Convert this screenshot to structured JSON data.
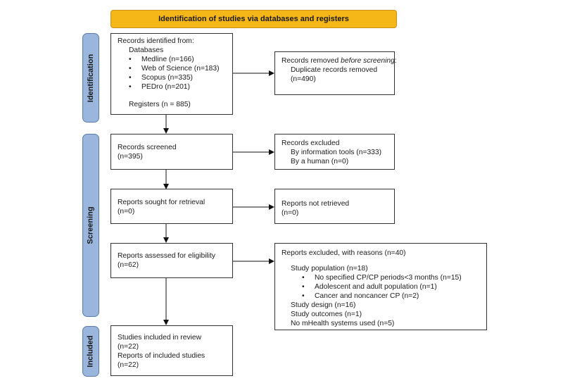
{
  "header": {
    "title": "Identification of studies via databases and registers"
  },
  "phases": {
    "identification": "Identification",
    "screening": "Screening",
    "included": "Included"
  },
  "identified": {
    "title": "Records identified from:",
    "databases_label": "Databases",
    "databases": [
      "Medline (n=166)",
      "Web of Science (n=183)",
      "Scopus (n=335)",
      "PEDro (n=201)"
    ],
    "registers": "Registers (n = 885)"
  },
  "removed": {
    "title_prefix": "Records removed ",
    "title_italic": "before screening",
    "title_suffix": ":",
    "duplicate_label": "Duplicate records removed",
    "duplicate_count": "(n=490)"
  },
  "screened": {
    "title": "Records screened",
    "count": "(n=395)"
  },
  "excluded": {
    "title": "Records excluded",
    "items": [
      "By information tools (n=333)",
      "By a human (n=0)"
    ]
  },
  "sought": {
    "title": "Reports sought for retrieval",
    "count": "(n=0)"
  },
  "not_retrieved": {
    "title": "Reports not retrieved",
    "count": "(n=0)"
  },
  "assessed": {
    "title": "Reports assessed for eligibility",
    "count": "(n=62)"
  },
  "reports_excluded": {
    "title": "Reports excluded, with reasons (n=40)",
    "population": "Study population (n=18)",
    "population_items": [
      "No specified CP/CP periods<3 months (n=15)",
      "Adolescent and adult population (n=1)",
      "Cancer and noncancer CP (n=2)"
    ],
    "design": "Study design (n=16)",
    "outcomes": "Study outcomes (n=1)",
    "mhealth": "No mHealth systems used (n=5)"
  },
  "included": {
    "studies_label": "Studies included in review",
    "studies_count": "(n=22)",
    "reports_label": "Reports of included studies",
    "reports_count": "(n=22)"
  }
}
